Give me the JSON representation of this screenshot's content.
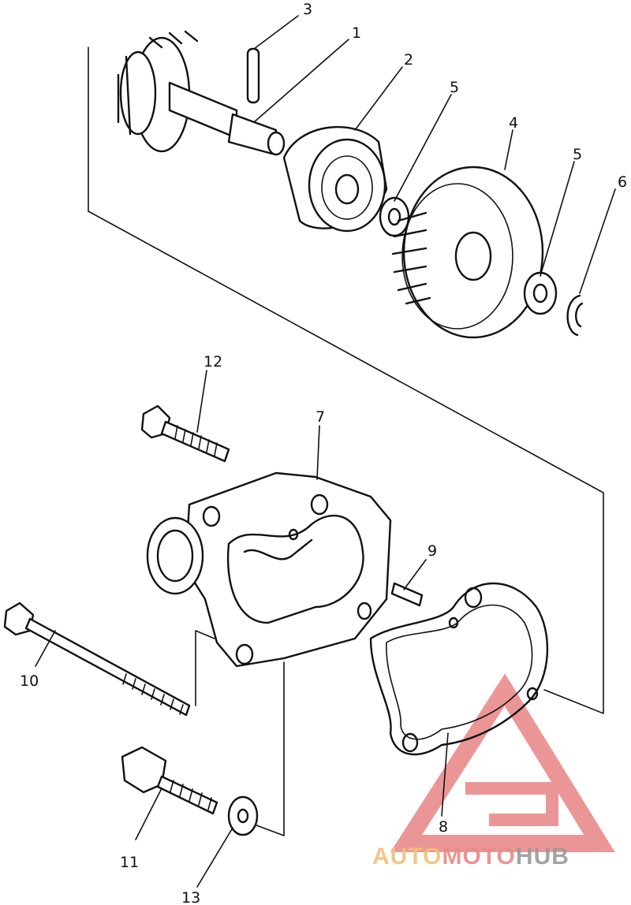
{
  "diagram": {
    "callouts": [
      "1",
      "2",
      "3",
      "4",
      "5",
      "5",
      "6",
      "7",
      "8",
      "9",
      "10",
      "11",
      "12",
      "13"
    ]
  },
  "watermark": {
    "part1": "AUTO",
    "part2": "MOTO",
    "part3": "HUB",
    "colors": {
      "auto": "#f0c27a",
      "moto": "#e88a8a",
      "hub": "#9a9a9a",
      "logo": "#e57373"
    }
  }
}
